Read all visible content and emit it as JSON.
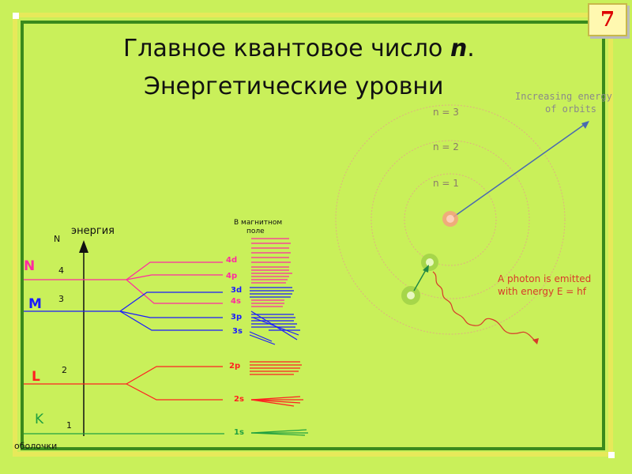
{
  "slide": {
    "number": "7"
  },
  "title": {
    "line1": "Главное квантовое число ",
    "line1_symbol": "n",
    "line1_end": ".",
    "line2": "Энергетические уровни"
  },
  "levels_diagram": {
    "axis_label": "энергия",
    "n_header": "N",
    "field_header_line1": "В магнитном",
    "field_header_line2": "поле",
    "shells_label": "оболочки",
    "shells": [
      {
        "letter": "N",
        "n": "4",
        "color": "#ff2aa0"
      },
      {
        "letter": "M",
        "n": "3",
        "color": "#1a1aff"
      },
      {
        "letter": "L",
        "n": "2",
        "color": "#ff2020"
      },
      {
        "letter": "K",
        "n": "1",
        "color": "#20a040"
      }
    ],
    "sublevels": [
      {
        "label": "4d",
        "color": "#ff2aa0"
      },
      {
        "label": "4p",
        "color": "#ff2aa0"
      },
      {
        "label": "3d",
        "color": "#1a1aff"
      },
      {
        "label": "4s",
        "color": "#ff2aa0"
      },
      {
        "label": "3p",
        "color": "#1a1aff"
      },
      {
        "label": "3s",
        "color": "#1a1aff"
      },
      {
        "label": "2p",
        "color": "#ff2020"
      },
      {
        "label": "2s",
        "color": "#ff2020"
      },
      {
        "label": "1s",
        "color": "#20a040"
      }
    ]
  },
  "bohr_model": {
    "orbits": [
      "n = 3",
      "n = 2",
      "n = 1"
    ],
    "energy_note_line1": "Increasing energy",
    "energy_note_line2": "of orbits",
    "photon_note_line1": "A photon is emitted",
    "photon_note_line2": "with energy E = hf"
  }
}
